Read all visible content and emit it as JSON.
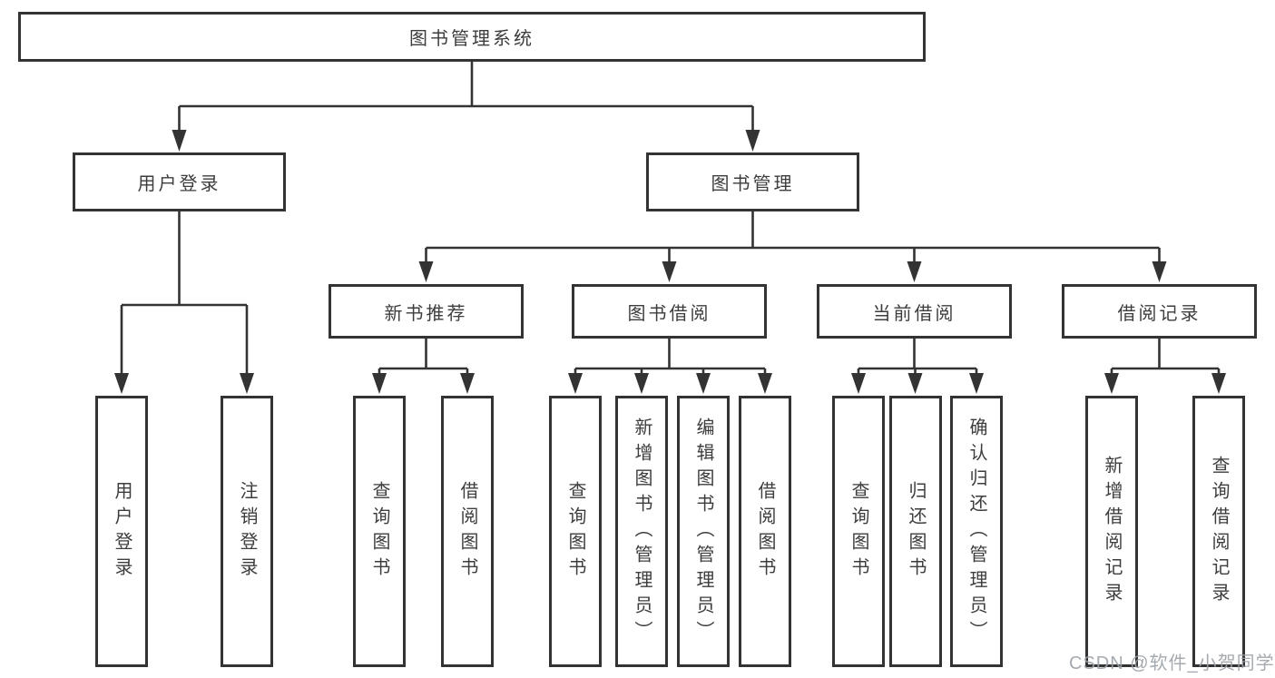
{
  "diagram": {
    "root": {
      "label": "图书管理系统"
    },
    "branches": [
      {
        "label": "用户登录",
        "children": [
          "用户登录",
          "注销登录"
        ]
      },
      {
        "label": "图书管理",
        "children": [
          {
            "label": "新书推荐",
            "children": [
              "查询图书",
              "借阅图书"
            ]
          },
          {
            "label": "图书借阅",
            "children": [
              "查询图书",
              "新增图书（管理员）",
              "编辑图书（管理员）",
              "借阅图书"
            ]
          },
          {
            "label": "当前借阅",
            "children": [
              "查询图书",
              "归还图书",
              "确认归还（管理员）"
            ]
          },
          {
            "label": "借阅记录",
            "children": [
              "新增借阅记录",
              "查询借阅记录"
            ]
          }
        ]
      }
    ]
  },
  "colors": {
    "line": "#333333",
    "box_border": "#333333",
    "box_bg": "#ffffff",
    "text": "#3d3d3d",
    "watermark": "#9ba1a7"
  },
  "watermark": {
    "text": "CSDN @软件_小贺同学"
  }
}
